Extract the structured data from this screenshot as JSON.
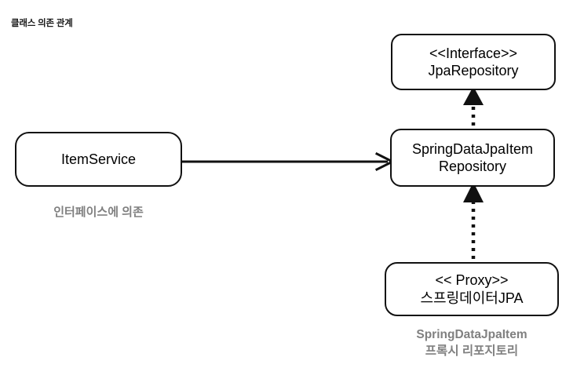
{
  "diagram": {
    "title": "클래스 의존 관계",
    "nodes": {
      "item_service": {
        "label": "ItemService"
      },
      "jpa_repository": {
        "stereotype": "<<Interface>>",
        "name": "JpaRepository"
      },
      "spring_data_jpa_item_repository": {
        "name_line1": "SpringDataJpaItem",
        "name_line2": "Repository"
      },
      "proxy": {
        "stereotype": "<< Proxy>>",
        "name": "스프링데이터JPA"
      }
    },
    "captions": {
      "interface_dependency": "인터페이스에 의존",
      "proxy_repository_line1": "SpringDataJpaItem",
      "proxy_repository_line2": "프록시 리포지토리"
    },
    "connectors": {
      "association": {
        "kind": "solid-open-arrow",
        "from": "ItemService",
        "to": "SpringDataJpaItemRepository",
        "direction": "right"
      },
      "realization_interface": {
        "kind": "dotted-filled-triangle",
        "from": "SpringDataJpaItemRepository",
        "to": "JpaRepository",
        "direction": "up"
      },
      "realization_proxy": {
        "kind": "dotted-filled-triangle",
        "from": "스프링데이터JPA Proxy",
        "to": "SpringDataJpaItemRepository",
        "direction": "up"
      }
    },
    "colors": {
      "stroke": "#111111",
      "text": "#000000",
      "caption": "#808080",
      "title": "#1a1a1a",
      "background": "#ffffff"
    }
  }
}
